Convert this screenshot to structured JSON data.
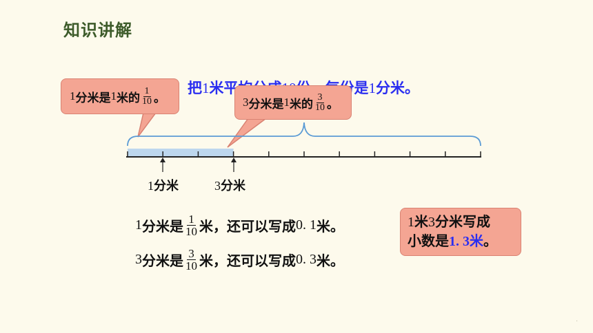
{
  "title": "知识讲解",
  "statement": {
    "p1": "把",
    "n1": "1",
    "p2": "米平均分成",
    "n2": "10",
    "p3": "份，每份是",
    "n3": "1",
    "p4": "分米。"
  },
  "callout1": {
    "n1": "1",
    "t1": "分米是",
    "n2": "1",
    "t2": "米的",
    "frac_num": "1",
    "frac_den": "10",
    "end": "。"
  },
  "callout2": {
    "n1": "3",
    "t1": "分米是",
    "n2": "1",
    "t2": "米的",
    "frac_num": "3",
    "frac_den": "10",
    "end": "。"
  },
  "ruler": {
    "segments": 10,
    "shaded_segments": 3,
    "label1": {
      "num": "1",
      "unit": "分米"
    },
    "label2": {
      "num": "3",
      "unit": "分米"
    }
  },
  "lines": [
    {
      "n": "1",
      "a": "分米是",
      "fn": "1",
      "fd": "10",
      "b": "米，还可以写成",
      "dec": "0. 1",
      "c": "米。"
    },
    {
      "n": "3",
      "a": "分米是",
      "fn": "3",
      "fd": "10",
      "b": "米，还可以写成",
      "dec": "0. 3",
      "c": "米。"
    }
  ],
  "callout3": {
    "line1_n1": "1",
    "line1_t1": "米",
    "line1_n2": "3",
    "line1_t2": "分米写成",
    "line2_t1": "小数是",
    "line2_val": "1. 3",
    "line2_unit": "米",
    "line2_end": "。"
  },
  "colors": {
    "title": "#3d5b2a",
    "statement": "#2a2ef0",
    "callout_fill": "#f4a593",
    "brace": "#5b9bd5",
    "shade": "#bdd7ee"
  }
}
